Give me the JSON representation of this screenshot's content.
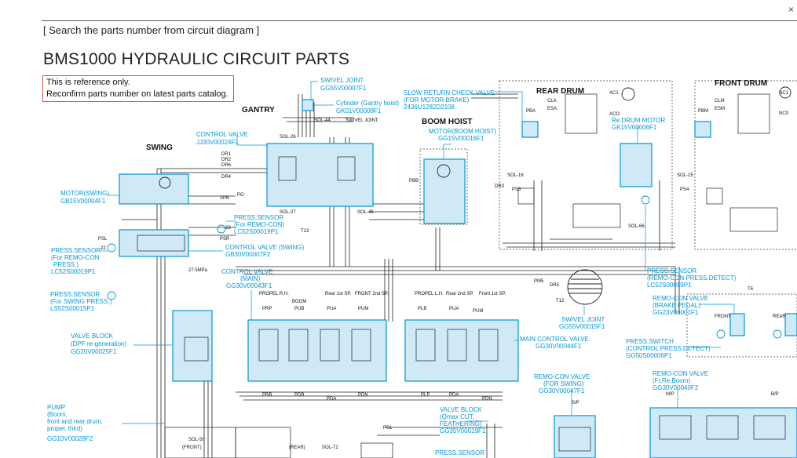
{
  "header": {
    "search_text": "[ Search the parts number from circuit diagram ]",
    "title": "BMS1000 HYDRAULIC CIRCUIT PARTS",
    "notice_line1": "This is reference only.",
    "notice_line2": "Reconfirm parts number on latest parts catalog.",
    "corner_mark": "×"
  },
  "sections": {
    "gantry": "GANTRY",
    "swing": "SWING",
    "boom_hoist": "BOOM HOIST",
    "rear_drum": "REAR DRUM",
    "front_drum": "FRONT DRUM"
  },
  "parts": [
    {
      "id": "swivel_joint_top",
      "l1": "SWIVEL JOINT",
      "l2": "GG55V00007F1"
    },
    {
      "id": "cyl_gantry",
      "l1": "Cylinder (Gantry hoist)",
      "l2": "GK01V00008F1"
    },
    {
      "id": "control_valve_top",
      "l1": "CONTROL VALVE",
      "l2": "JJ30V00024F1"
    },
    {
      "id": "slow_return",
      "l1": "SLOW RETURN CHECK VALVE",
      "l2": "(FOR MOTOR BRAKE)",
      "l3": "2436U1282D2108"
    },
    {
      "id": "motor_boom",
      "l1": "MOTOR(BOOM HOIST)",
      "l2": "GG15V00016F1"
    },
    {
      "id": "redrum_motor",
      "l1": "Re.DRUM MOTOR",
      "l2": "GK15V00006F1"
    },
    {
      "id": "motor_swing",
      "l1": "MOTOR(SWING)",
      "l2": "GB15V00004F1"
    },
    {
      "id": "press_sensor_remocon",
      "l1": "PRESS.SENSOR",
      "l2": "(For REMO-CON)",
      "l3": "LC52S00019P1"
    },
    {
      "id": "cv_swing",
      "l1": "CONTROL VALVE (SWING)",
      "l2": "GB30V00007F2"
    },
    {
      "id": "press_sensor_left",
      "l1": "PRESS.SENSOR",
      "l2": "(For REMO-CON",
      "l3": "PRESS.)",
      "l4": "LC52S00019P1"
    },
    {
      "id": "press_sensor_swing",
      "l1": "PRESS.SENSOR",
      "l2": "(For SWING PRESS.)",
      "l3": "LS52S00015P1"
    },
    {
      "id": "cv_main",
      "l1": "CONTROL VALVE",
      "l2": "(MAIN)",
      "l3": "GG30V00043F1"
    },
    {
      "id": "valve_block_dpf",
      "l1": "VALVE BLOCK",
      "l2": "(DPF re-generation)",
      "l3": "GG20V00025F1"
    },
    {
      "id": "swivel_joint_mid",
      "l1": "SWIVEL JOINT",
      "l2": "GG55V00015F1"
    },
    {
      "id": "main_control_valve",
      "l1": "MAIN CONTROL VALVE",
      "l2": "GG30V00044F1"
    },
    {
      "id": "press_sensor_detect",
      "l1": "PRESS.SENSOR",
      "l2": "(REMO-CON PRESS.DETECT)",
      "l3": "LC52S00019P1"
    },
    {
      "id": "remocon_brake",
      "l1": "REMO-CON VALVE",
      "l2": "(BRAKE PEDAL)",
      "l3": "GG23V00001F1"
    },
    {
      "id": "press_switch",
      "l1": "PRESS.SWITCH",
      "l2": "(CONTROL PRESS.DETECT)",
      "l3": "GG50S00006P1"
    },
    {
      "id": "remocon_swing",
      "l1": "REMO-CON VALVE",
      "l2": "(FOR SWING)",
      "l3": "GG30V00047F1"
    },
    {
      "id": "remocon_fr",
      "l1": "REMO-CON VALVE",
      "l2": "(Fr,Re,Boom)",
      "l3": "GG30V00040F2"
    },
    {
      "id": "pump",
      "l1": "PUMP",
      "l2": "(Boom,",
      "l3": "front and rear drum,",
      "l4": "propel, third)",
      "l5": "GG10V00028F2"
    },
    {
      "id": "valve_block_qmax",
      "l1": "VALVE BLOCK",
      "l2": "(Qmax CUT,",
      "l3": "FEATHERING)",
      "l4": "GG35V00019F1"
    },
    {
      "id": "press_sensor_bottom",
      "l1": "PRESS.SENSOR"
    }
  ],
  "diagram_labels": {
    "swivel_joint": "SWIVEL JOINT",
    "sol44": "SOL-44",
    "sol26": "SOL-26",
    "sol27": "SOL-27",
    "sol45": "SOL-45",
    "sol16": "SOL-16",
    "sol15": "SOL-15",
    "sol66": "SOL-66",
    "sol50": "SOL-50",
    "sol72": "SOL-72",
    "front": "(FRONT)",
    "rear": "(REAR)",
    "tags": [
      "PG",
      "SPB",
      "PSL",
      "PSR",
      "T13",
      "PBB",
      "DR3",
      "PS3",
      "PS4",
      "PBA",
      "CLA",
      "ESA",
      "ACO",
      "AC1",
      "NC1",
      "NC0",
      "CLM",
      "ESM",
      "PBM",
      "PM5",
      "DR5",
      "T12",
      "T6",
      "PS1",
      "DR1",
      "DR2",
      "DR4",
      "DR6"
    ],
    "cv_main_cols": [
      "PROPEL R.H.",
      "BOOM",
      "Rear 1st SP.",
      "FRONT 2nd SP."
    ],
    "cv_main_tags": [
      "PRP",
      "PUB",
      "PUA",
      "PUM",
      "PRB",
      "PDB",
      "PDA",
      "PDN"
    ],
    "mcv_cols": [
      "PROPEL L.H.",
      "Rear 2nd SP.",
      "Front 1st SP."
    ],
    "mcv_tags": [
      "PLB",
      "PUA",
      "PUM",
      "PLP",
      "PDA",
      "PDN"
    ],
    "brake_front": "FRONT",
    "brake_rear": "REAR",
    "sp": "S/P",
    "mp": "M/P",
    "bp": "B/P",
    "pressure_27": "27.5MPa",
    "pressure_23": "23",
    "pressure_22": "22"
  }
}
